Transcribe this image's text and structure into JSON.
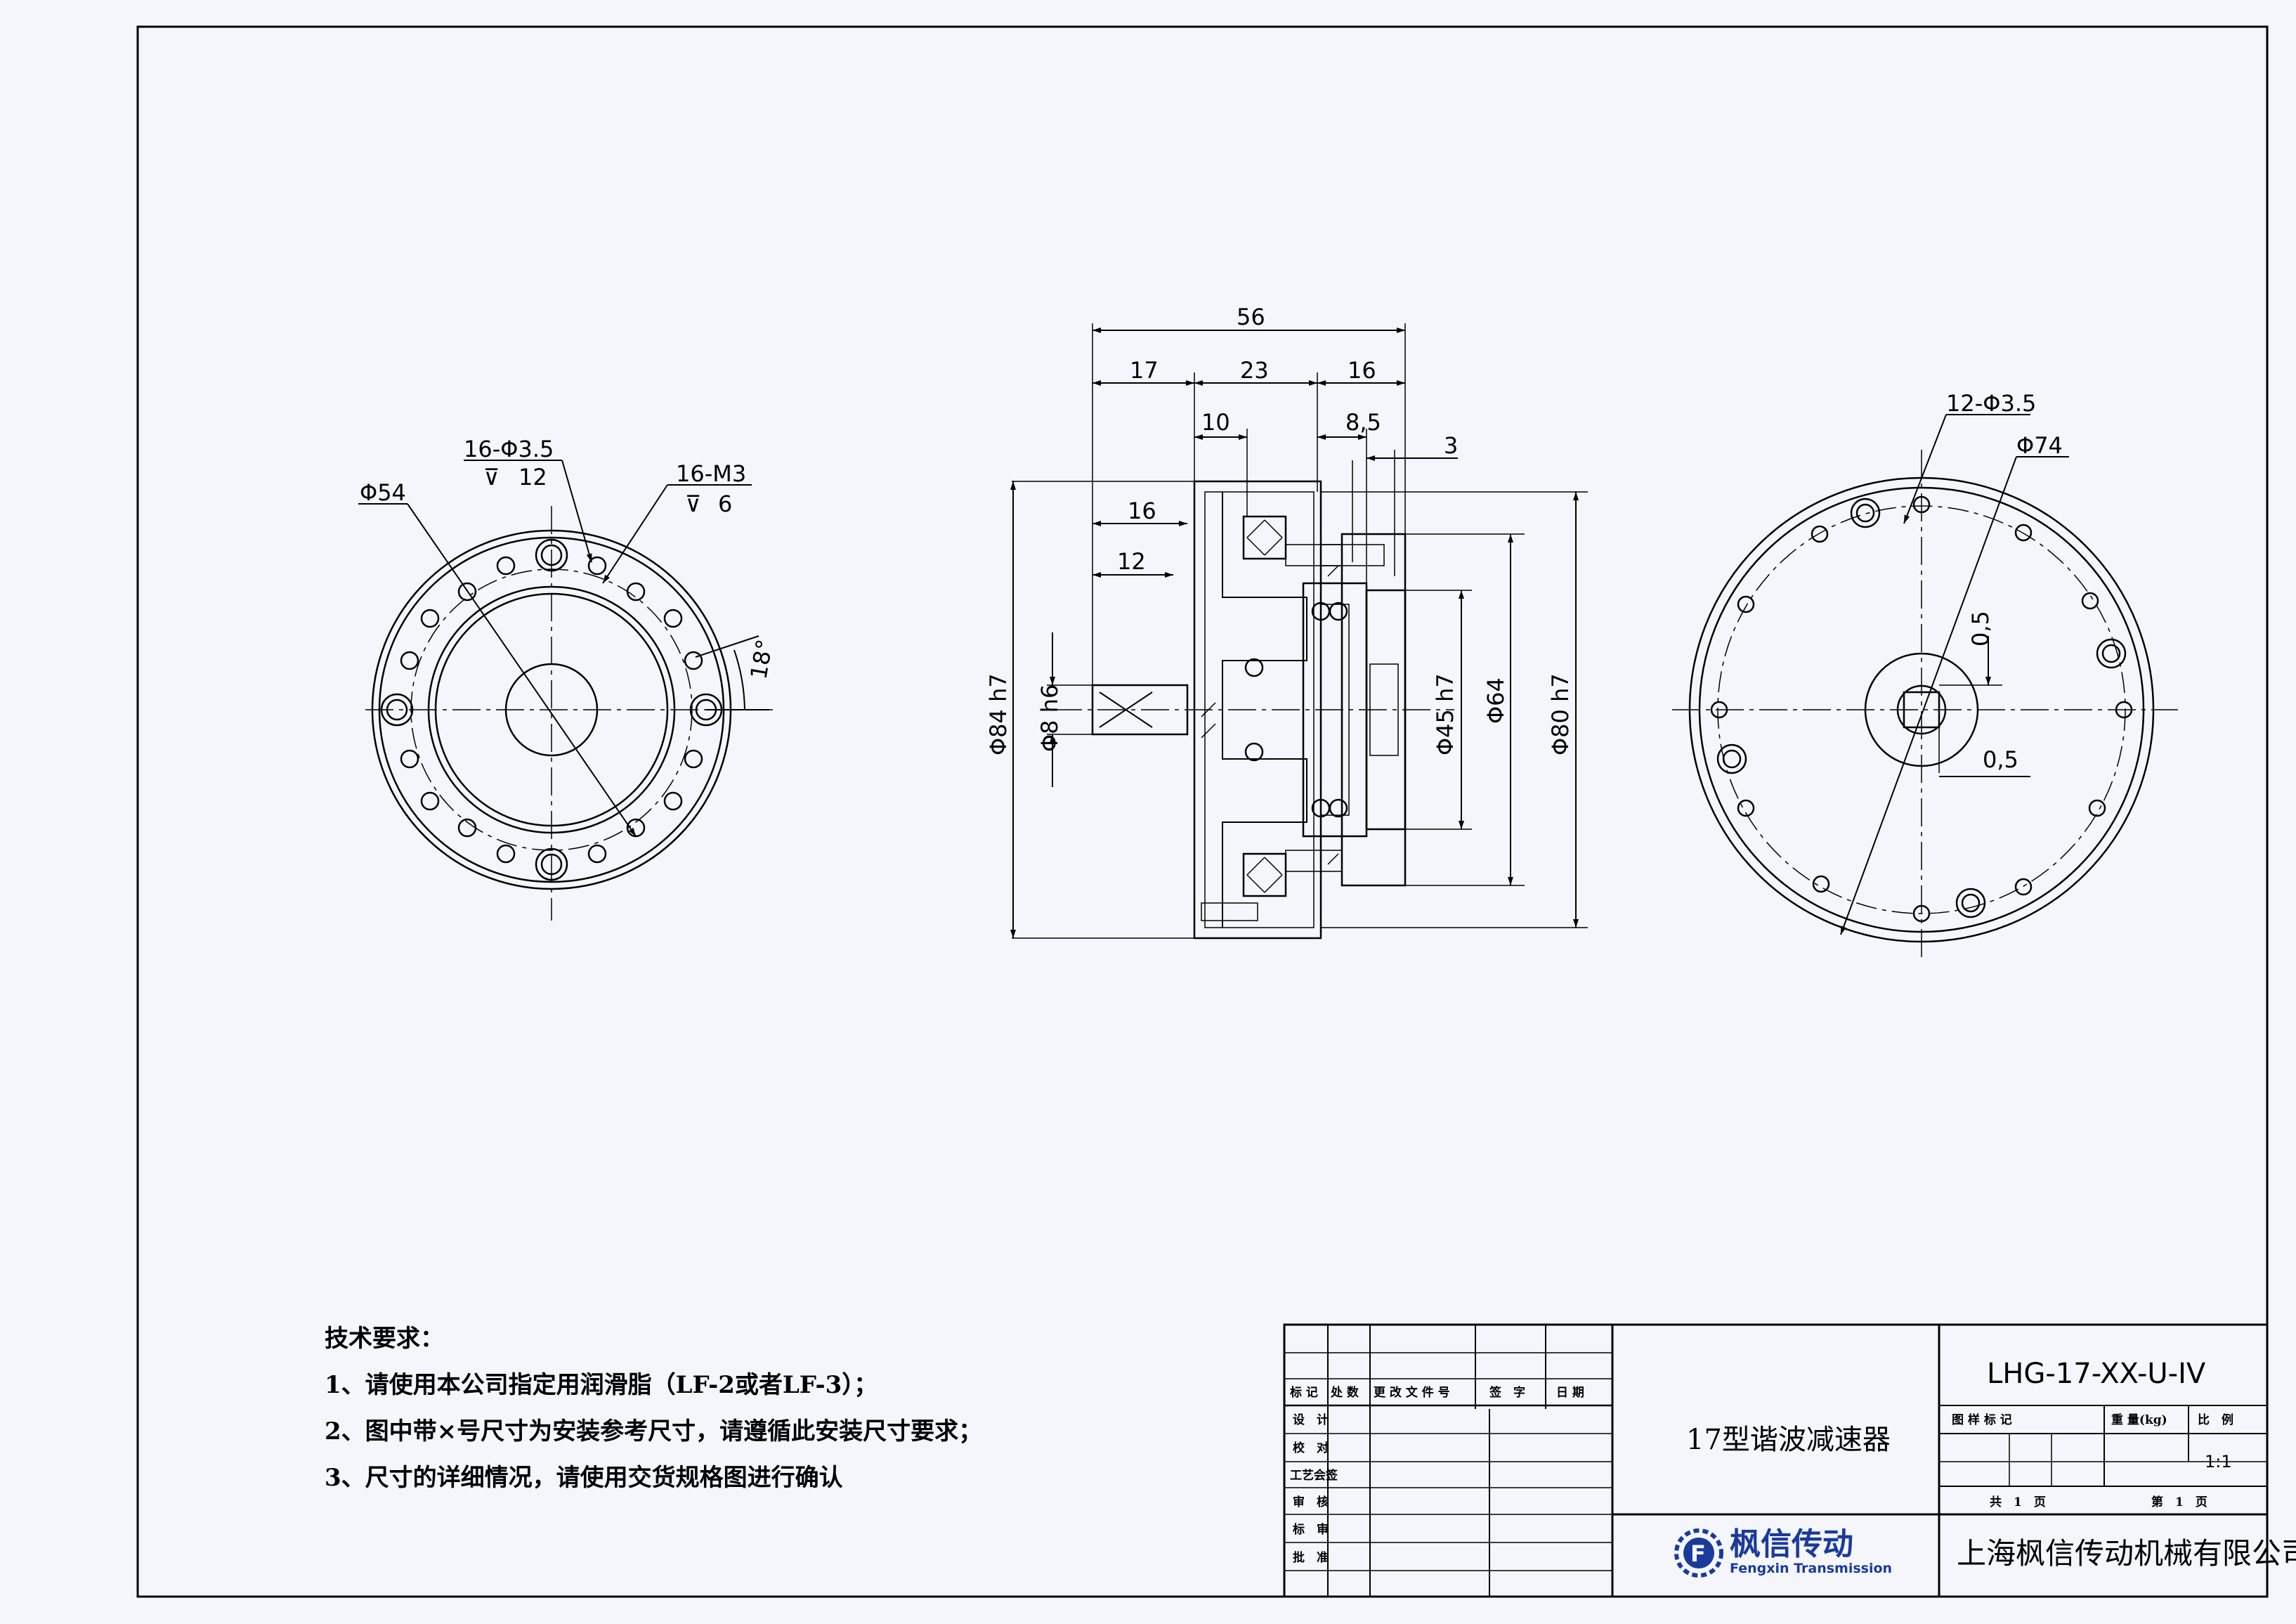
{
  "dimensions": {
    "left_view": {
      "d54": "Φ54",
      "holes_a": "16-Φ3.5",
      "holes_a_depth": "12",
      "holes_b": "16-M3",
      "holes_b_depth": "6",
      "angle": "18°"
    },
    "side_view": {
      "total_length": "56",
      "seg1": "17",
      "seg2": "23",
      "seg3": "16",
      "d10": "10",
      "d8_5": "8,5",
      "d3": "3",
      "d16": "16",
      "d12": "12",
      "d84": "Φ84 h7",
      "d8": "Φ8 h6",
      "d45": "Φ45 h7",
      "d64": "Φ64",
      "d80": "Φ80 h7"
    },
    "right_view": {
      "holes": "12-Φ3.5",
      "d74": "Φ74",
      "off_v": "0,5",
      "off_h": "0,5"
    }
  },
  "notes": {
    "title": "技术要求：",
    "items": [
      "1、请使用本公司指定用润滑脂（LF-2或者LF-3）；",
      "2、图中带×号尺寸为安装参考尺寸，请遵循此安装尺寸要求；",
      "3、尺寸的详细情况，请使用交货规格图进行确认"
    ]
  },
  "title_block": {
    "drawing_no": "LHG-17-XX-U-IV",
    "product_name": "17型谐波减速器",
    "header_cells": [
      "标 记",
      "处 数",
      "更 改 文 件 号",
      "签　字",
      "日 期"
    ],
    "rows": [
      "设　计",
      "校　对",
      "工艺会签",
      "审　核",
      "标　审",
      "批　准"
    ],
    "meta_labels": [
      "图 样 标 记",
      "重 量(kg)",
      "比　例"
    ],
    "scale": "1:1",
    "total_sheets": "共　1　页",
    "sheet_no": "第　1　页",
    "company": "上海枫信传动机械有限公司",
    "logo_cn": "枫信传动",
    "logo_en": "Fengxin Transmission",
    "logo_mark": "F"
  },
  "colors": {
    "line": "#000000",
    "background": "#f4f6fb",
    "logo": "#1a3a9c"
  }
}
